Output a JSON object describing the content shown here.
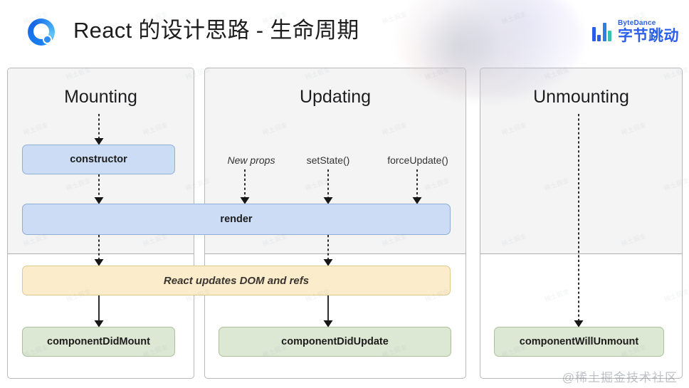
{
  "header": {
    "title": "React 的设计思路 - 生命周期",
    "logo_icon": "juejin-circle-logo-icon",
    "brand": {
      "icon": "bytedance-bars-icon",
      "en": "ByteDance",
      "cn": "字节跳动",
      "color": "#2a5ee8"
    }
  },
  "watermark": {
    "corner": "@稀土掘金技术社区",
    "tile": "稀土掘金"
  },
  "colors": {
    "blue_fill": "#ccdcf5",
    "blue_border": "#8fafd8",
    "yellow_fill": "#fbeccb",
    "yellow_border": "#e0c98d",
    "green_fill": "#dce8d3",
    "green_border": "#a9c099",
    "panel_top": "#f4f4f4",
    "panel_border": "#b8b8b8"
  },
  "diagram": {
    "panels": [
      {
        "id": "mounting",
        "title": "Mounting"
      },
      {
        "id": "updating",
        "title": "Updating"
      },
      {
        "id": "unmounting",
        "title": "Unmounting"
      }
    ],
    "triggers": [
      {
        "label": "New props",
        "italic": true
      },
      {
        "label": "setState()",
        "italic": false
      },
      {
        "label": "forceUpdate()",
        "italic": false
      }
    ],
    "nodes": [
      {
        "id": "constructor",
        "label": "constructor",
        "phase": "mounting",
        "color": "blue"
      },
      {
        "id": "render",
        "label": "render",
        "phase": "shared",
        "color": "blue"
      },
      {
        "id": "react-updates-dom",
        "label": "React updates DOM and refs",
        "phase": "shared",
        "color": "yellow"
      },
      {
        "id": "component-did-mount",
        "label": "componentDidMount",
        "phase": "mounting",
        "color": "green"
      },
      {
        "id": "component-did-update",
        "label": "componentDidUpdate",
        "phase": "updating",
        "color": "green"
      },
      {
        "id": "component-will-unmount",
        "label": "componentWillUnmount",
        "phase": "unmounting",
        "color": "green"
      }
    ]
  }
}
